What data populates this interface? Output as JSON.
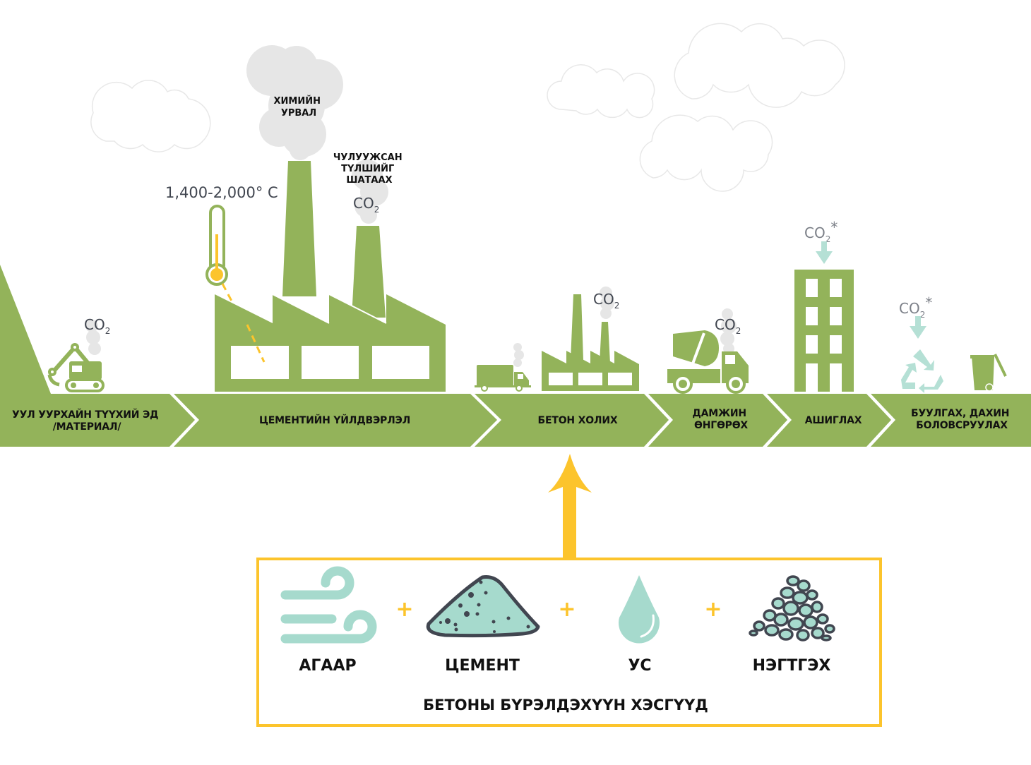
{
  "colors": {
    "green": "#93b35a",
    "yellow": "#fcc42c",
    "mint": "#a6dacd",
    "smoke": "#e6e6e6",
    "dark": "#414650"
  },
  "stages": [
    {
      "id": "mining",
      "lines": [
        "УУЛ УУРХАЙН ТҮҮХИЙ ЭД",
        "/МАТЕРИАЛ/"
      ]
    },
    {
      "id": "cement",
      "lines": [
        "ЦЕМЕНТИЙН ҮЙЛДВЭРЛЭЛ"
      ]
    },
    {
      "id": "mixing",
      "lines": [
        "БЕТОН ХОЛИХ"
      ]
    },
    {
      "id": "transport",
      "lines": [
        "ДАМЖИН",
        "ӨНГӨРӨХ"
      ]
    },
    {
      "id": "use",
      "lines": [
        "АШИГЛАХ"
      ]
    },
    {
      "id": "recycle",
      "lines": [
        "БУУЛГАХ, ДАХИН",
        "БОЛОВСРУУЛАХ"
      ]
    }
  ],
  "annotations": {
    "co2_main": "CO",
    "co2_sub": "2",
    "co2_star": "*",
    "chemical_reaction": [
      "ХИМИЙН",
      "УРВАЛ"
    ],
    "fuel_burning": [
      "ЧУЛУУЖСАН",
      "ТҮЛШИЙГ",
      "ШАТААХ"
    ],
    "temperature": "1,400-2,000° C"
  },
  "ingredients": {
    "title": "БЕТОНЫ БҮРЭЛДЭХҮҮН ХЭСГҮҮД",
    "plus": "+",
    "items": [
      {
        "label": "АГААР",
        "icon": "wind-icon"
      },
      {
        "label": "ЦЕМЕНТ",
        "icon": "cement-pile-icon"
      },
      {
        "label": "УС",
        "icon": "water-drop-icon"
      },
      {
        "label": "НЭГТГЭХ",
        "icon": "aggregate-stones-icon"
      }
    ]
  }
}
